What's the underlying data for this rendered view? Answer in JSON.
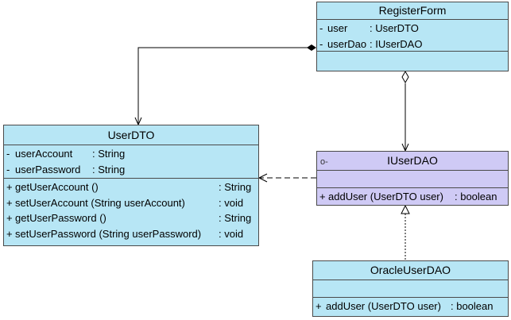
{
  "diagram": {
    "register_form": {
      "name": "RegisterForm",
      "attributes": [
        {
          "vis": "-",
          "name": "user",
          "type": ": UserDTO"
        },
        {
          "vis": "-",
          "name": "userDao",
          "type": ": IUserDAO"
        }
      ]
    },
    "user_dto": {
      "name": "UserDTO",
      "attributes": [
        {
          "vis": "-",
          "name": "userAccount",
          "type": ": String"
        },
        {
          "vis": "-",
          "name": "userPassword",
          "type": ": String"
        }
      ],
      "operations": [
        {
          "vis": "+",
          "sig": "getUserAccount ()",
          "ret": ": String"
        },
        {
          "vis": "+",
          "sig": "setUserAccount (String userAccount)",
          "ret": ": void"
        },
        {
          "vis": "+",
          "sig": "getUserPassword ()",
          "ret": ": String"
        },
        {
          "vis": "+",
          "sig": "setUserPassword (String userPassword)",
          "ret": ": void"
        }
      ]
    },
    "iuser_dao": {
      "name": "IUserDAO",
      "stereotype_icon": "o-",
      "operations": [
        {
          "vis": "+",
          "sig": "addUser (UserDTO user)",
          "ret": ": boolean"
        }
      ]
    },
    "oracle_user_dao": {
      "name": "OracleUserDAO",
      "operations": [
        {
          "vis": "+",
          "sig": "addUser (UserDTO user)",
          "ret": ": boolean"
        }
      ]
    },
    "colors": {
      "class_fill": "#b7e6f5",
      "interface_fill": "#cfcaf5",
      "line": "#000000"
    }
  }
}
